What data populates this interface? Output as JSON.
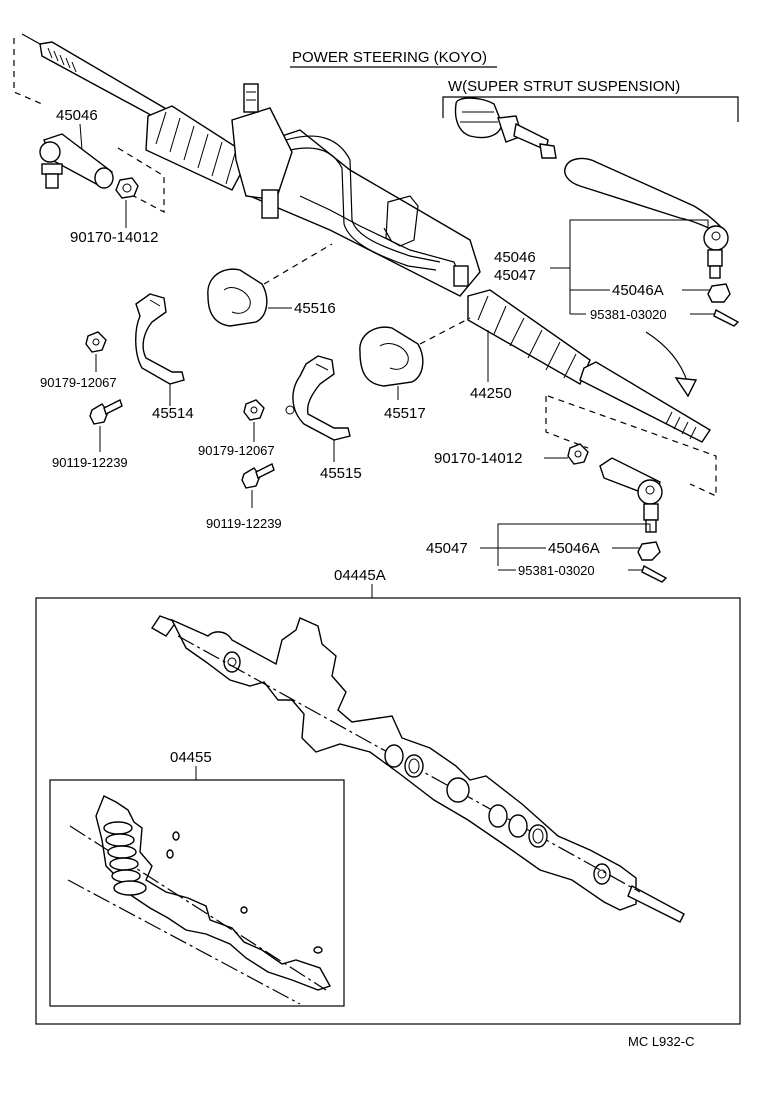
{
  "title": "POWER STEERING (KOYO)",
  "variant_note": "W(SUPER  STRUT  SUSPENSION)",
  "footer_code": "MC  L932-C",
  "labels": {
    "p45046_left": "45046",
    "p90170_left": "90170-14012",
    "p45516": "45516",
    "p90179_a": "90179-12067",
    "p45514": "45514",
    "p90119_a": "90119-12239",
    "p90179_b": "90179-12067",
    "p45515": "45515",
    "p90119_b": "90119-12239",
    "p45517": "45517",
    "p44250": "44250",
    "p45046_right": "45046",
    "p45047_right": "45047",
    "p45046A_right": "45046A",
    "p95381_right": "95381-03020",
    "p90170_right": "90170-14012",
    "p45047_lower": "45047",
    "p45046A_lower": "45046A",
    "p95381_lower": "95381-03020",
    "p04445A": "04445A",
    "p04455": "04455"
  }
}
